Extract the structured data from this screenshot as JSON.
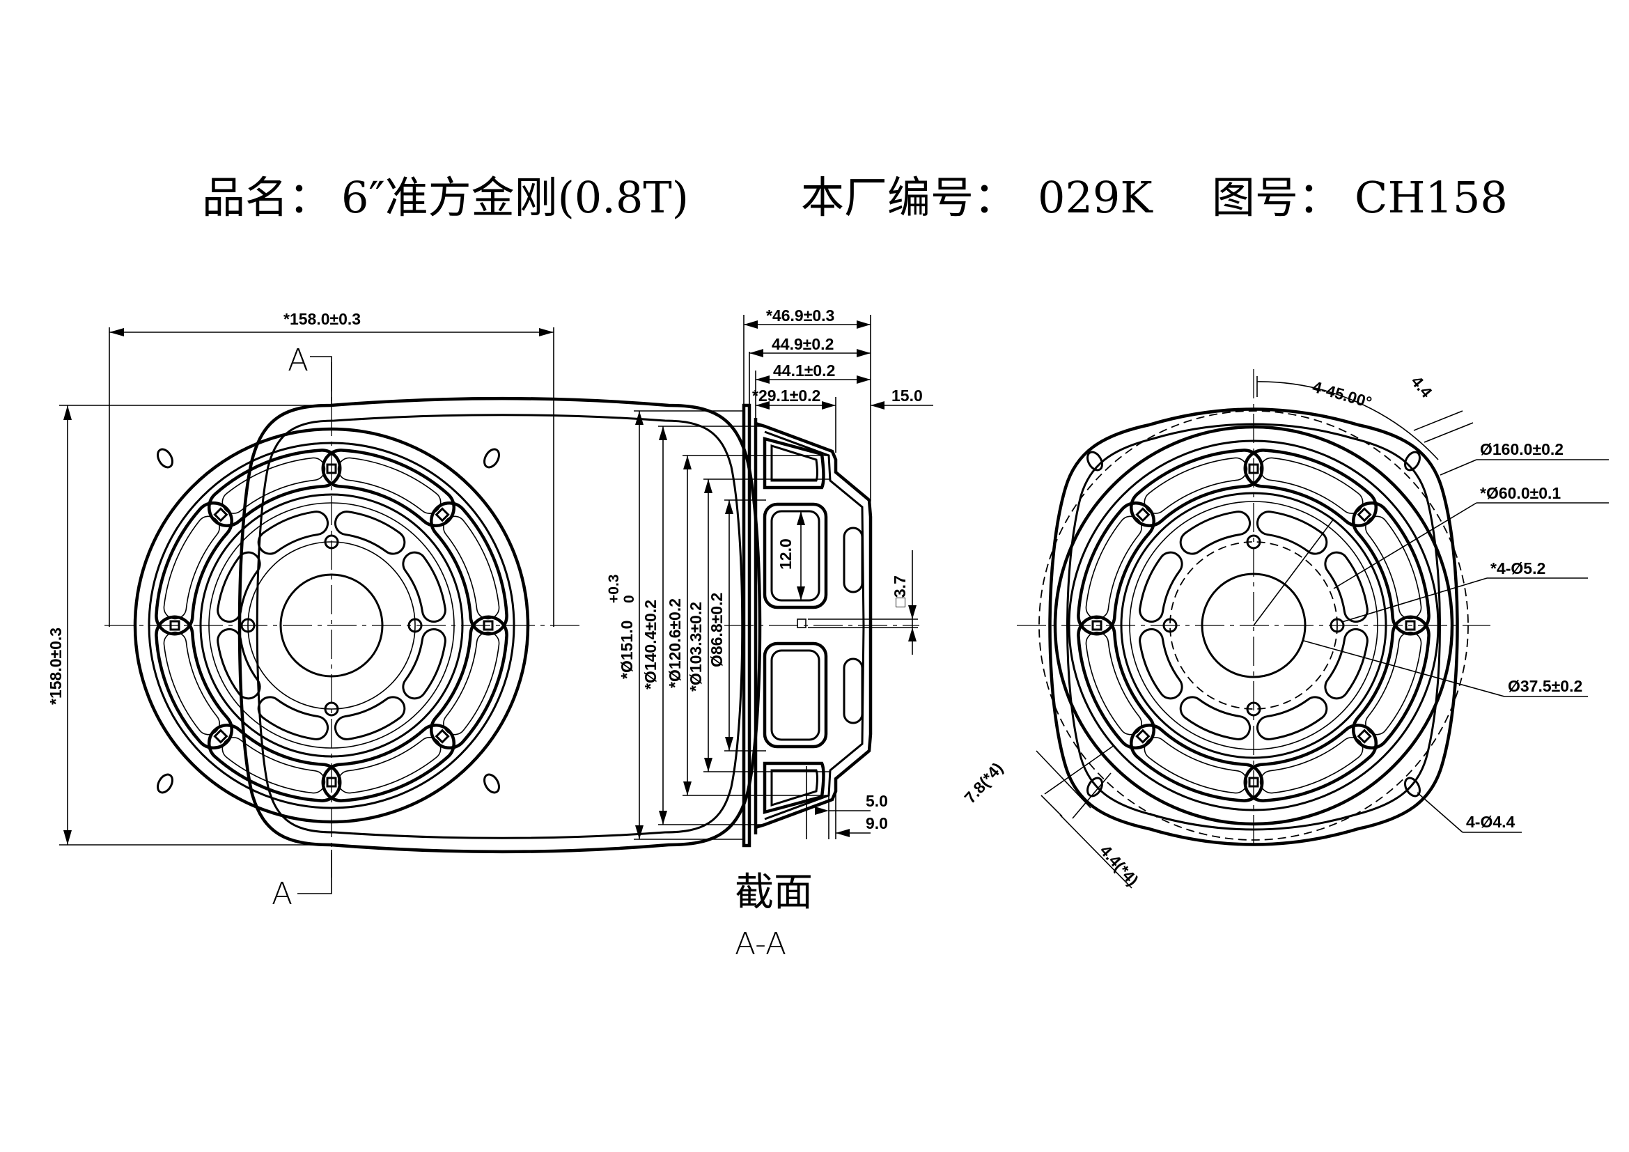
{
  "header": {
    "product_label": "品名：",
    "product_name": "6″准方金刚(0.8T)",
    "factory_code_label": "本厂编号：",
    "factory_code": "029K",
    "drawing_no_label": "图号：",
    "drawing_no": "CH158"
  },
  "front_view": {
    "width_dim": "*158.0±0.3",
    "height_dim": "*158.0±0.3",
    "section_mark_top": "A",
    "section_mark_bottom": "A"
  },
  "section_view": {
    "caption": "截面",
    "caption_sub": "A-A",
    "depth_dims": [
      "*46.9±0.3",
      "44.9±0.2",
      "44.1±0.2",
      "*29.1±0.2"
    ],
    "flange_dim": "15.0",
    "diameter_dims": [
      "*Ø151.0",
      "*Ø140.4±0.2",
      "*Ø120.6±0.2",
      "*Ø103.3±0.2",
      "Ø86.8±0.2"
    ],
    "tolerance_upper": "+0.3",
    "tolerance_lower": "0",
    "window_dim": "12.0",
    "slot_dim": "□3.7",
    "bottom_dims": [
      "5.0",
      "9.0"
    ]
  },
  "rear_view": {
    "angle_dim": "4-45.00°",
    "slot_width_dim": "4.4",
    "callouts": [
      "Ø160.0±0.2",
      "*Ø60.0±0.1",
      "*4-Ø5.2",
      "Ø37.5±0.2",
      "4-Ø4.4"
    ],
    "slot_length_dim": "7.8(*4)",
    "slot_width_dim_bottom": "4.4(*4)"
  }
}
